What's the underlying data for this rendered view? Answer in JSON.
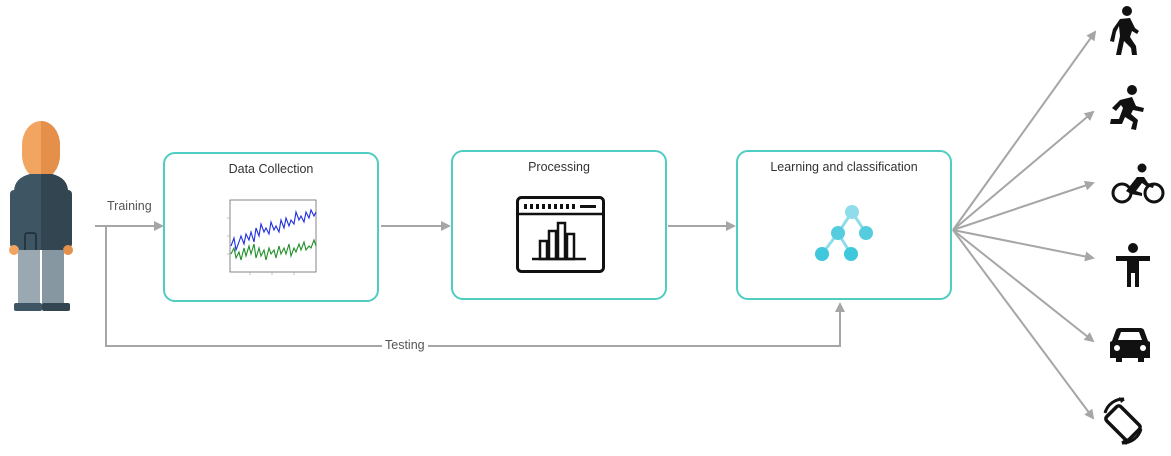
{
  "labels": {
    "training": "Training",
    "testing": "Testing"
  },
  "steps": [
    {
      "title": "Data Collection",
      "icon": "signal-plot-icon"
    },
    {
      "title": "Processing",
      "icon": "bar-chart-window-icon"
    },
    {
      "title": "Learning and classification",
      "icon": "tree-network-icon"
    }
  ],
  "activities": [
    {
      "icon": "walking-icon"
    },
    {
      "icon": "running-icon"
    },
    {
      "icon": "cycling-icon"
    },
    {
      "icon": "standing-icon"
    },
    {
      "icon": "car-icon"
    },
    {
      "icon": "phone-rotation-icon"
    }
  ],
  "colors": {
    "box_border": "#4ecdc0",
    "arrow": "#a6a6a6",
    "accent": "#3fc8dc",
    "series_blue": "#1f2fe0",
    "series_green": "#1f8f2a",
    "person_skin": "#f2a560",
    "person_shirt": "#3e5563",
    "person_pants": "#9aa8b2"
  }
}
